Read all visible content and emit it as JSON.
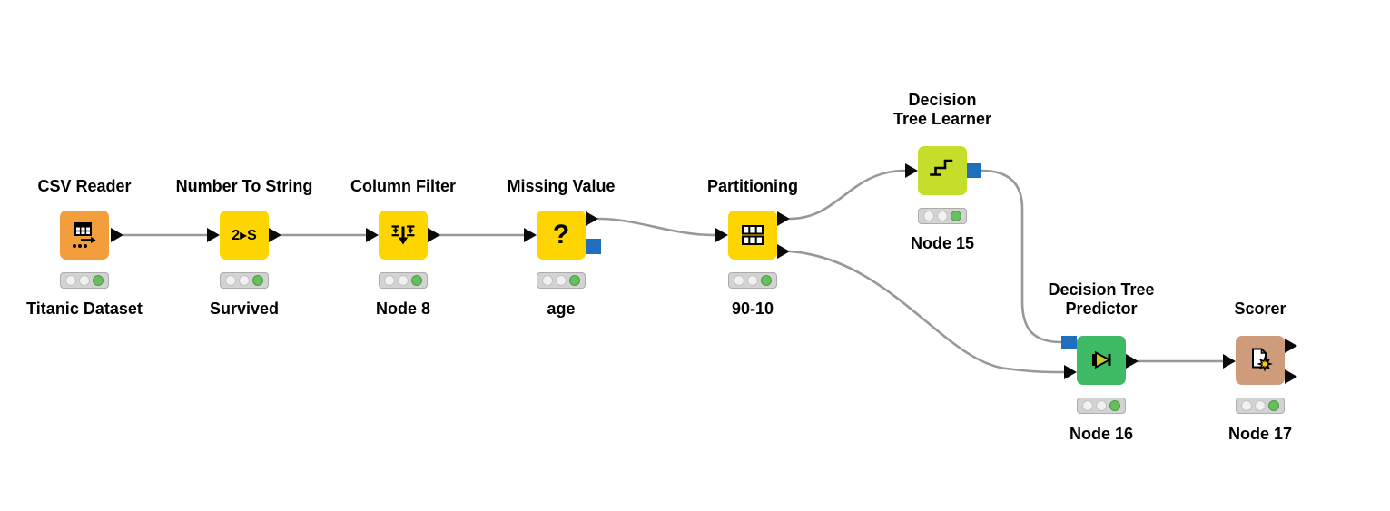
{
  "editor": "KNIME workflow canvas",
  "colors": {
    "node_source_orange": "#F29E3C",
    "node_manipulator_yellow": "#FFD500",
    "node_learner_lime": "#C5DE2B",
    "node_predictor_green": "#3EB964",
    "node_scorer_tan": "#CE9C7A",
    "model_port_blue": "#1E6FBE",
    "wire_gray": "#989898",
    "status_green": "#66BE5C",
    "predictor_triangle": "#C1CC2A",
    "star_yellow": "#F2C718"
  },
  "nodes": [
    {
      "id": "csv-reader",
      "title_line1": "CSV Reader",
      "title_line2": "",
      "label": "Titanic Dataset",
      "color": "#F29E3C",
      "status": "executed",
      "icon": "table-arrow-icon"
    },
    {
      "id": "number-to-string",
      "title_line1": "Number To String",
      "title_line2": "",
      "label": "Survived",
      "color": "#FFD500",
      "status": "executed",
      "icon": "2-to-s-text",
      "icon_text": "2▸S"
    },
    {
      "id": "column-filter",
      "title_line1": "Column Filter",
      "title_line2": "",
      "label": "Node 8",
      "color": "#FFD500",
      "status": "executed",
      "icon": "filter-arrows-icon"
    },
    {
      "id": "missing-value",
      "title_line1": "Missing Value",
      "title_line2": "",
      "label": "age",
      "color": "#FFD500",
      "status": "executed",
      "icon": "question-mark-text",
      "icon_text": "?"
    },
    {
      "id": "partitioning",
      "title_line1": "Partitioning",
      "title_line2": "",
      "label": "90-10",
      "color": "#FFD500",
      "status": "executed",
      "icon": "split-table-icon"
    },
    {
      "id": "decision-tree-learner",
      "title_line1": "Decision",
      "title_line2": "Tree Learner",
      "label": "Node 15",
      "color": "#C5DE2B",
      "status": "executed",
      "icon": "tree-branch-icon"
    },
    {
      "id": "decision-tree-predictor",
      "title_line1": "Decision Tree",
      "title_line2": "Predictor",
      "label": "Node 16",
      "color": "#3EB964",
      "status": "executed",
      "icon": "predictor-diode-icon"
    },
    {
      "id": "scorer",
      "title_line1": "Scorer",
      "title_line2": "",
      "label": "Node 17",
      "color": "#CE9C7A",
      "status": "executed",
      "icon": "document-star-icon"
    }
  ],
  "connections": [
    {
      "from": "csv-reader",
      "from_port": "data-out",
      "to": "number-to-string",
      "to_port": "data-in"
    },
    {
      "from": "number-to-string",
      "from_port": "data-out",
      "to": "column-filter",
      "to_port": "data-in"
    },
    {
      "from": "column-filter",
      "from_port": "data-out",
      "to": "missing-value",
      "to_port": "data-in"
    },
    {
      "from": "missing-value",
      "from_port": "data-out-top",
      "to": "partitioning",
      "to_port": "data-in"
    },
    {
      "from": "partitioning",
      "from_port": "data-out-top",
      "to": "decision-tree-learner",
      "to_port": "data-in"
    },
    {
      "from": "partitioning",
      "from_port": "data-out-bottom",
      "to": "decision-tree-predictor",
      "to_port": "data-in"
    },
    {
      "from": "decision-tree-learner",
      "from_port": "model-out-blue",
      "to": "decision-tree-predictor",
      "to_port": "model-in-blue"
    },
    {
      "from": "decision-tree-predictor",
      "from_port": "data-out",
      "to": "scorer",
      "to_port": "data-in"
    }
  ]
}
